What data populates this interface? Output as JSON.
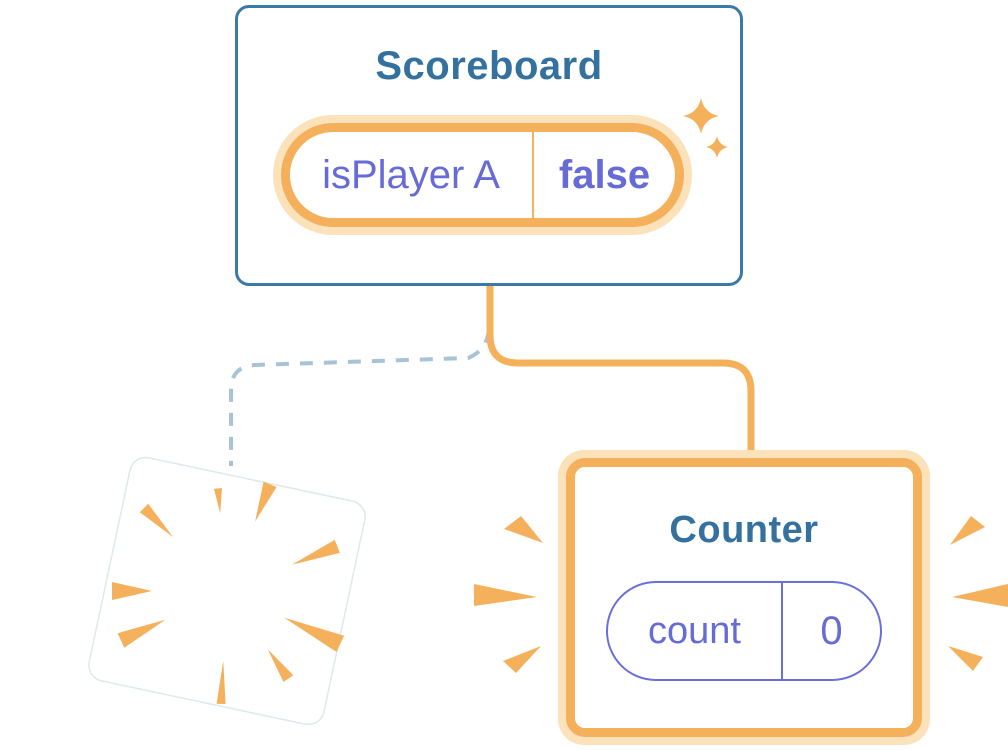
{
  "scoreboard_card": {
    "title": "Scoreboard",
    "state_pill": {
      "key": "isPlayer A",
      "value": "false"
    }
  },
  "counter_card": {
    "title": "Counter",
    "state_pill": {
      "key": "count",
      "value": "0"
    }
  },
  "icons": {
    "sparkle": "✦✦ four-point sparkle stars",
    "burst": "radial burst rays (destroyed component)",
    "emphasis": "tapered highlight dashes flanking the Counter card"
  },
  "colors": {
    "card_border_blue": "#3B79A6",
    "title_blue": "#35719E",
    "state_purple": "#666BD6",
    "pill_border_purple": "#6B70D9",
    "accent_orange": "#F5B05C",
    "accent_orange_halo": "#FBE2BA",
    "dash_blue": "#A8C2D6",
    "card_background": "#FFFFFF"
  }
}
